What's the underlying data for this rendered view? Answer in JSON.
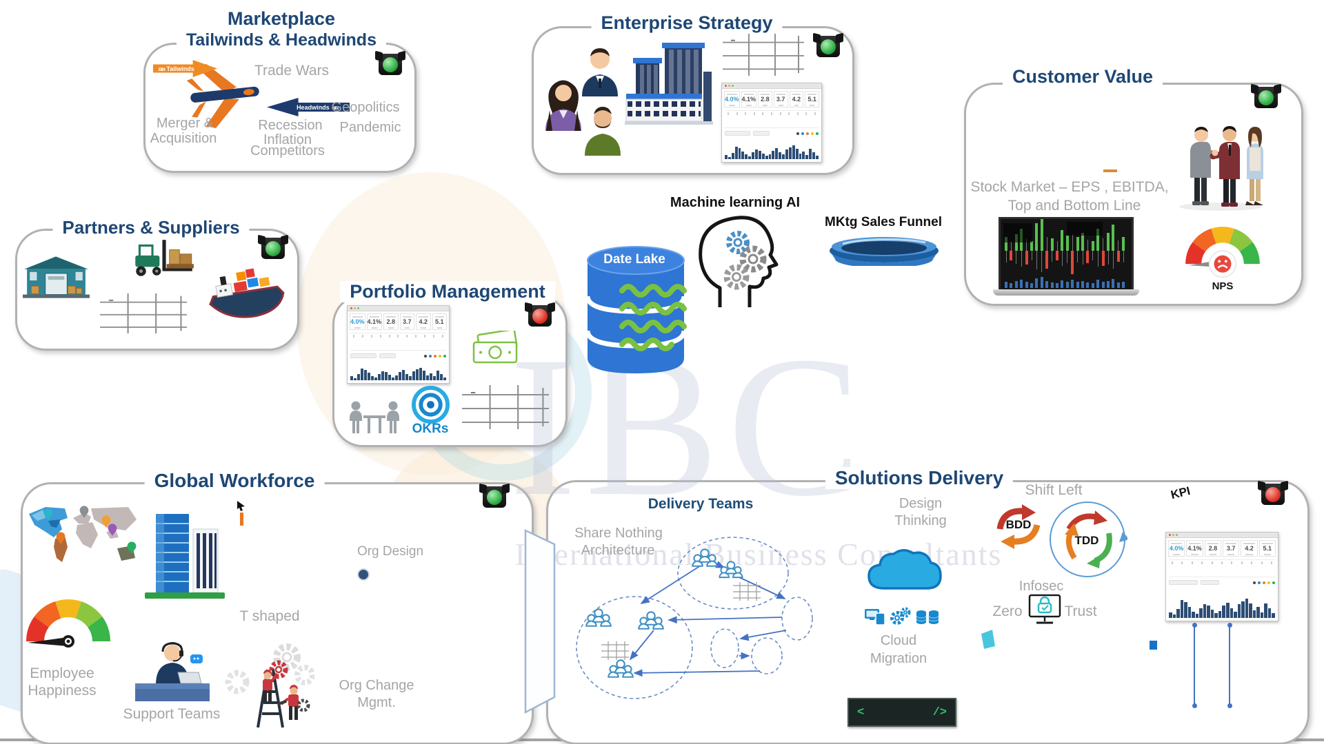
{
  "wm": {
    "initials": "IBC",
    "name": "International Business Consultants"
  },
  "mk": {
    "title1": "Marketplace",
    "title2": "Tailwinds & Headwinds",
    "tailwinds": "Tailwinds",
    "headwinds": "Headwinds",
    "trade_wars": "Trade Wars",
    "geopolitics": "Geopolitics",
    "pandemic": "Pandemic",
    "merger1": "Merger &",
    "merger2": "Acquisition",
    "recession": "Recession",
    "inflation": "In×ation_fix",
    "competitors": "Competitors"
  },
  "es": {
    "title": "Enterprise Strategy"
  },
  "ps": {
    "title": "Partners & Suppliers"
  },
  "pm": {
    "title": "Portfolio Management",
    "okrs": "OKRs"
  },
  "lake": {
    "label": "Date Lake"
  },
  "ml": {
    "label": "Machine learning AI"
  },
  "funnel": {
    "label": "MKtg Sales Funnel"
  },
  "cv": {
    "title": "Customer Value",
    "stock1": "Stock Market – EPS , EBITDA,",
    "stock2": "Top and Bottom Line",
    "nps": "NPS"
  },
  "gw": {
    "title": "Global Workforce",
    "org_design": "Org Design",
    "t_shaped": "T shaped",
    "emp1": "Employee",
    "emp2": "Happiness",
    "support": "Support Teams",
    "chg1": "Org Change",
    "chg2": "Mgmt."
  },
  "sd": {
    "title": "Solutions Delivery",
    "teams": "Delivery Teams",
    "share1": "Share Nothing",
    "share2": "Architecture",
    "design1": "Design",
    "design2": "Thinking",
    "cloud1": "Cloud",
    "cloud2": "Migration",
    "shift": "Shift Left",
    "bdd": "BDD",
    "tdd": "TDD",
    "infosec": "Infosec",
    "zero": "Zero",
    "trust": "Trust",
    "kpi": "KPI",
    "code_open": "<",
    "code_close": "/>"
  },
  "kpi_dashboard": {
    "values": [
      "4.0%",
      "4.1%",
      "2.8",
      "3.7",
      "4.2",
      "5.1"
    ],
    "bars": [
      18,
      10,
      28,
      55,
      50,
      35,
      20,
      12,
      30,
      42,
      38,
      26,
      14,
      22,
      38,
      48,
      30,
      20,
      42,
      52,
      60,
      46,
      24,
      34,
      18,
      46,
      30,
      14
    ],
    "legend_colors": [
      "#444444",
      "#2E86C1",
      "#E67E22",
      "#F1C40F",
      "#27AE60"
    ]
  },
  "stock": {
    "candles": [
      10,
      -7,
      12,
      16,
      -10,
      7,
      20,
      24,
      -13,
      9,
      -7,
      15,
      11,
      -17,
      10,
      13,
      -9,
      7,
      16,
      -11,
      13,
      19,
      -8,
      10
    ]
  }
}
